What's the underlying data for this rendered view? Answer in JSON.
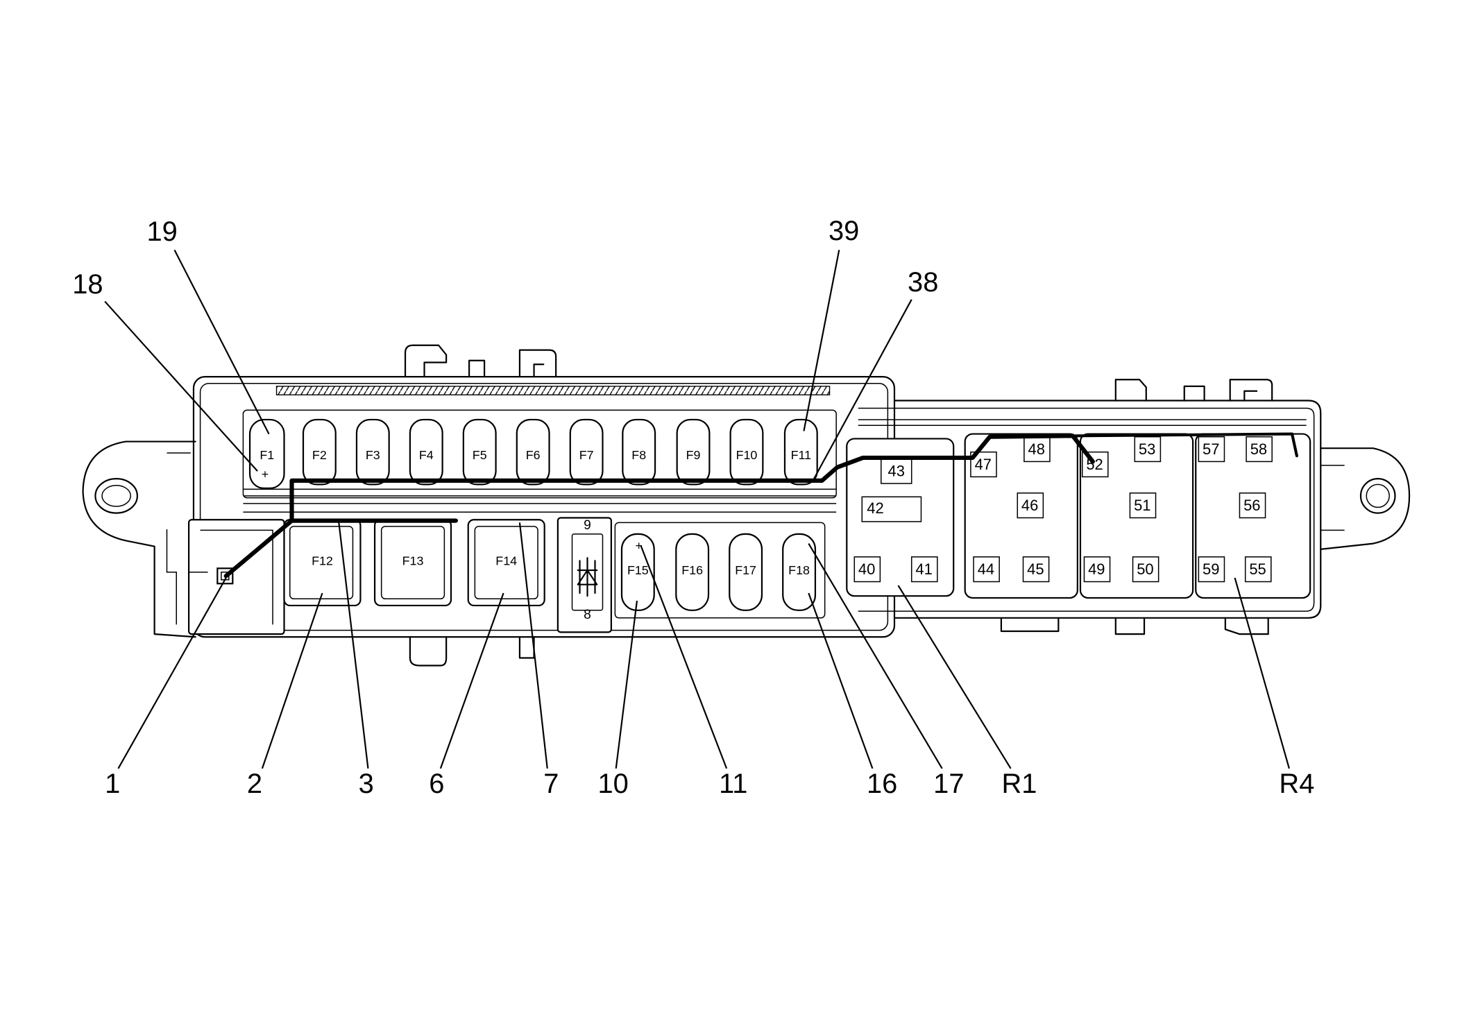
{
  "callouts": {
    "top": [
      "19",
      "18",
      "39",
      "38"
    ],
    "bottom": [
      "1",
      "2",
      "3",
      "6",
      "7",
      "10",
      "11",
      "16",
      "17",
      "R1",
      "R4"
    ]
  },
  "fuses": {
    "top_row": [
      "F1",
      "F2",
      "F3",
      "F4",
      "F5",
      "F6",
      "F7",
      "F8",
      "F9",
      "F10",
      "F11"
    ],
    "bottom_row": [
      "F12",
      "F13",
      "F14",
      "F15",
      "F16",
      "F17",
      "F18"
    ]
  },
  "polarity": {
    "f1": "+",
    "f15": "+"
  },
  "diode": {
    "pin_top": "9",
    "pin_bottom": "8"
  },
  "relays": {
    "r1": [
      "43",
      "42",
      "40",
      "41"
    ],
    "r2": [
      "47",
      "48",
      "46",
      "44",
      "45"
    ],
    "r3": [
      "52",
      "53",
      "51",
      "49",
      "50"
    ],
    "r4": [
      "57",
      "58",
      "56",
      "59",
      "55"
    ]
  },
  "colors": {
    "line": "#000000",
    "background": "#ffffff"
  }
}
